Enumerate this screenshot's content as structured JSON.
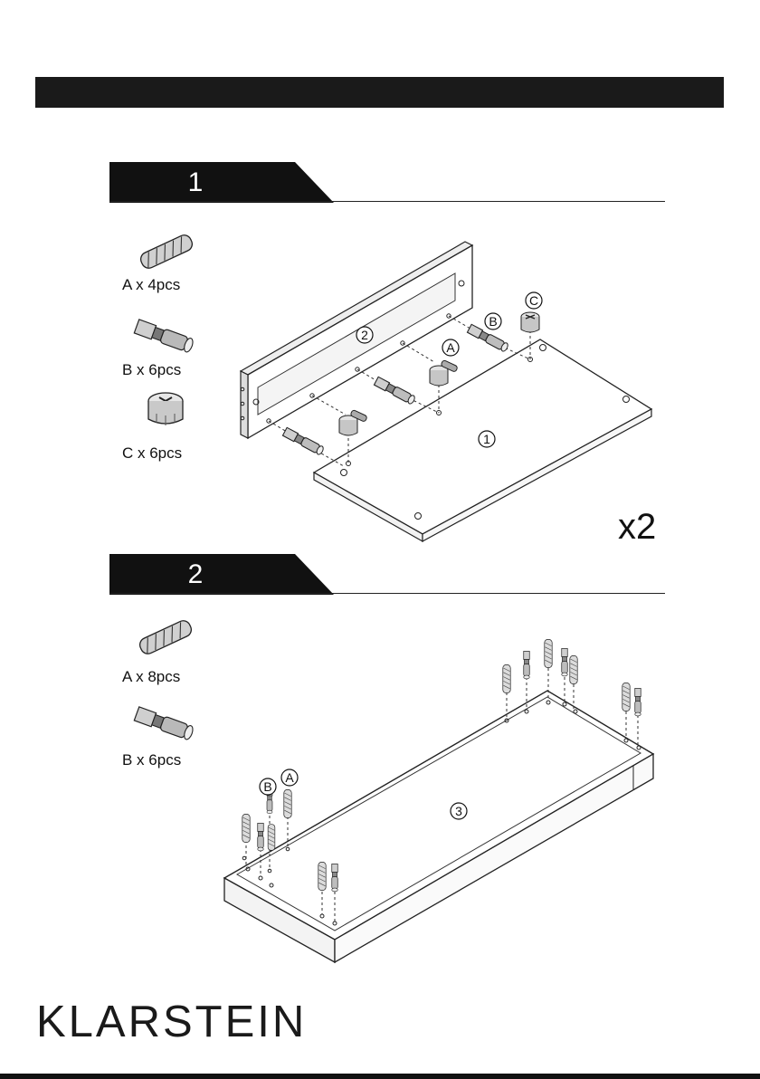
{
  "steps": [
    {
      "number": "1",
      "parts": [
        "A x 4pcs",
        "B x 6pcs",
        "C x 6pcs"
      ],
      "multiplier": "x2",
      "callouts": [
        "2",
        "B",
        "C",
        "A",
        "1"
      ]
    },
    {
      "number": "2",
      "parts": [
        "A x 8pcs",
        "B x 6pcs"
      ],
      "callouts": [
        "B",
        "A",
        "3"
      ]
    }
  ],
  "brand": "KLARSTEIN",
  "icons": {
    "dowel": "wooden-dowel-icon",
    "cam_bolt": "cam-bolt-icon",
    "cam_lock": "cam-lock-icon"
  },
  "colors": {
    "ink": "#111111",
    "bar": "#1a1a1a",
    "paper": "#ffffff"
  }
}
